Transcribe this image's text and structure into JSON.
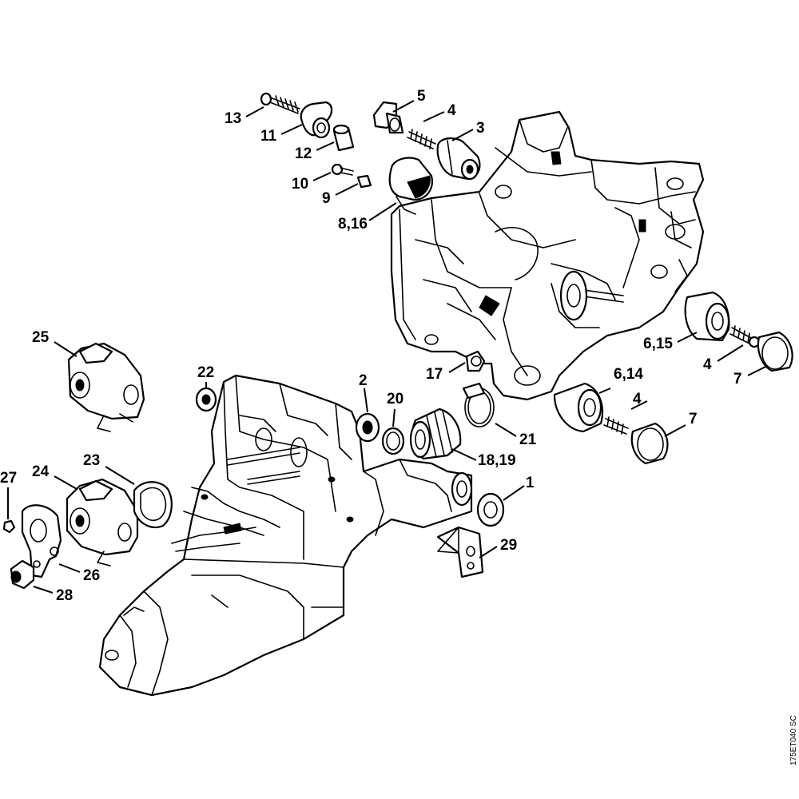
{
  "drawing_code": "175ET040 SC",
  "callouts": {
    "c1": "1",
    "c2": "2",
    "c3": "3",
    "c4a": "4",
    "c4b": "4",
    "c4c": "4",
    "c5": "5",
    "c6_15": "6,15",
    "c6_14": "6,14",
    "c7a": "7",
    "c7b": "7",
    "c8_16": "8,16",
    "c9": "9",
    "c10": "10",
    "c11": "11",
    "c12": "12",
    "c13": "13",
    "c17": "17",
    "c18_19": "18,19",
    "c20": "20",
    "c21": "21",
    "c22": "22",
    "c23": "23",
    "c24": "24",
    "c25": "25",
    "c26": "26",
    "c27": "27",
    "c28": "28",
    "c29": "29"
  }
}
